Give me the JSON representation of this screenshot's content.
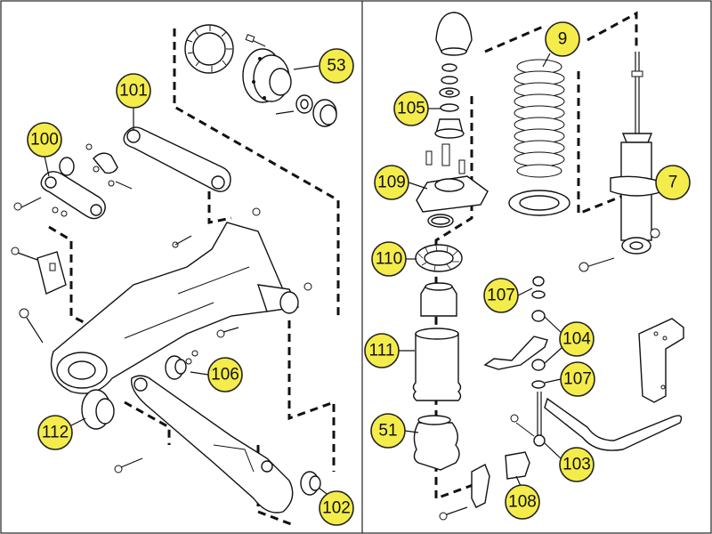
{
  "callouts": {
    "c53": "53",
    "c101": "101",
    "c100": "100",
    "c106": "106",
    "c112": "112",
    "c102": "102",
    "c9": "9",
    "c7": "7",
    "c105": "105",
    "c109": "109",
    "c110": "110",
    "c107a": "107",
    "c104": "104",
    "c107b": "107",
    "c111": "111",
    "c51": "51",
    "c103": "103",
    "c108": "108"
  }
}
